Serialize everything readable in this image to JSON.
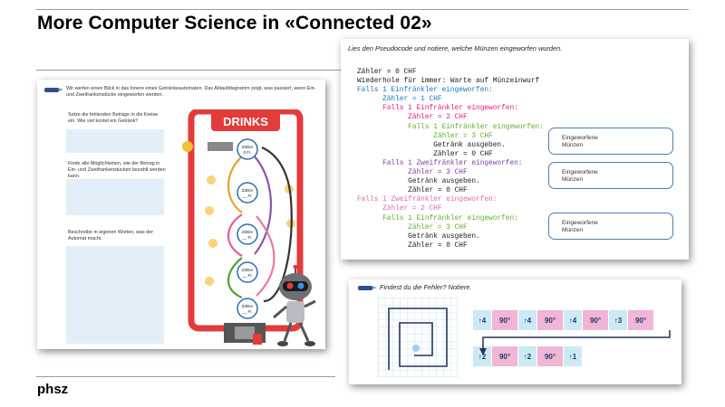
{
  "slide": {
    "title": "More Computer Science in «Connected 02»",
    "footer": "phsz"
  },
  "left_card": {
    "intro": "Wir werfen einen Blick in das Innere eines Getränkeautomaten. Das Ablaufdiagramm zeigt, was passiert, wenn Ein- und Zweifrankenstücke eingeworfen werden.",
    "task1": "Setze die fehlenden Beträge in die Kreise ein. Wie viel kostet ein Getränk?",
    "task2": "Finde alle Möglichkeiten, wie der Betrag in Ein- und Zweifrankenstücken bezahlt werden kann.",
    "task3": "Beschreibe in eigenen Worten, was der Automat macht.",
    "machine_label": "DRINKS",
    "nodes": [
      "Zähler 0 Fr.",
      "Zähler __ Fr.",
      "Zähler __ Fr.",
      "Zähler __ Fr.",
      "Zähler __ Fr."
    ]
  },
  "code_card": {
    "heading": "Lies den Pseudocode und notiere, welche Münzen eingeworfen wurden.",
    "lines": [
      {
        "text": "Zähler = 0 CHF",
        "color": "#1a1a1a"
      },
      {
        "text": "Wiederhole für immer: Warte auf Münzeinwurf",
        "color": "#1a1a1a"
      },
      {
        "text": "Falls 1 Einfränkler eingeworfen:",
        "color": "#1a73c8"
      },
      {
        "text": "      Zähler = 1 CHF",
        "color": "#1a73c8"
      },
      {
        "text": "      Falls 1 Einfränkler eingeworfen:",
        "color": "#e6197d"
      },
      {
        "text": "            Zähler = 2 CHF",
        "color": "#e6197d"
      },
      {
        "text": "            Falls 1 Einfränkler eingeworfen:",
        "color": "#5cb030"
      },
      {
        "text": "                  Zähler = 3 CHF",
        "color": "#5cb030"
      },
      {
        "text": "                  Getränk ausgeben.",
        "color": "#1a1a1a"
      },
      {
        "text": "                  Zähler = 0 CHF",
        "color": "#1a1a1a"
      },
      {
        "text": "      Falls 1 Zweifränkler eingeworfen:",
        "color": "#7a3fa0"
      },
      {
        "text": "            Zähler = 3 CHF",
        "color": "#7a3fa0"
      },
      {
        "text": "            Getränk ausgeben.",
        "color": "#1a1a1a"
      },
      {
        "text": "            Zähler = 0 CHF",
        "color": "#1a1a1a"
      },
      {
        "text": "Falls 1 Zweifränkler eingeworfen:",
        "color": "#e26aaf"
      },
      {
        "text": "      Zähler = 2 CHF",
        "color": "#e26aaf"
      },
      {
        "text": "      Falls 1 Einfränkler eingeworfen:",
        "color": "#5cb030"
      },
      {
        "text": "            Zähler = 3 CHF",
        "color": "#5cb030"
      },
      {
        "text": "            Getränk ausgeben.",
        "color": "#1a1a1a"
      },
      {
        "text": "            Zähler = 0 CHF",
        "color": "#1a1a1a"
      }
    ],
    "callout_label_1": "Eingeworfene",
    "callout_label_2": "Münzen"
  },
  "bug_card": {
    "heading": "Findest du die Fehler? Notiere.",
    "row1": [
      {
        "kind": "move",
        "label": "4"
      },
      {
        "kind": "turn",
        "label": "90°"
      },
      {
        "kind": "move",
        "label": "4"
      },
      {
        "kind": "turn",
        "label": "90°"
      },
      {
        "kind": "move",
        "label": "4"
      },
      {
        "kind": "turn",
        "label": "90°"
      },
      {
        "kind": "move",
        "label": "3"
      },
      {
        "kind": "turn",
        "label": "90°"
      }
    ],
    "row2": [
      {
        "kind": "move",
        "label": "2"
      },
      {
        "kind": "turn",
        "label": "90°"
      },
      {
        "kind": "move",
        "label": "2"
      },
      {
        "kind": "turn",
        "label": "90°"
      },
      {
        "kind": "move",
        "label": "1"
      }
    ]
  }
}
